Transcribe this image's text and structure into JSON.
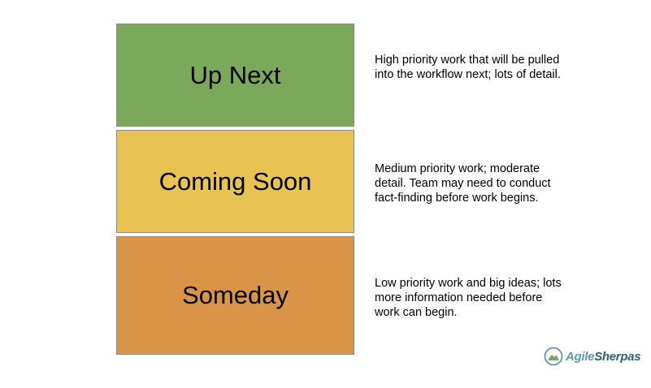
{
  "tiers": [
    {
      "label": "Up Next",
      "description": "High priority work that will be pulled\ninto the workflow next; lots of detail.",
      "color": "#7aa95c"
    },
    {
      "label": "Coming Soon",
      "description": "Medium priority work; moderate\ndetail. Team may need to conduct\nfact-finding before work begins.",
      "color": "#e9c254"
    },
    {
      "label": "Someday",
      "description": "Low priority work and big ideas; lots\nmore information needed before\nwork can begin.",
      "color": "#da9447"
    }
  ],
  "logo": {
    "part1": "Agile",
    "part2": "Sherpas",
    "icon": "mountain-leaf-icon",
    "colors": [
      "#5c9aa8",
      "#2f5f73"
    ]
  }
}
